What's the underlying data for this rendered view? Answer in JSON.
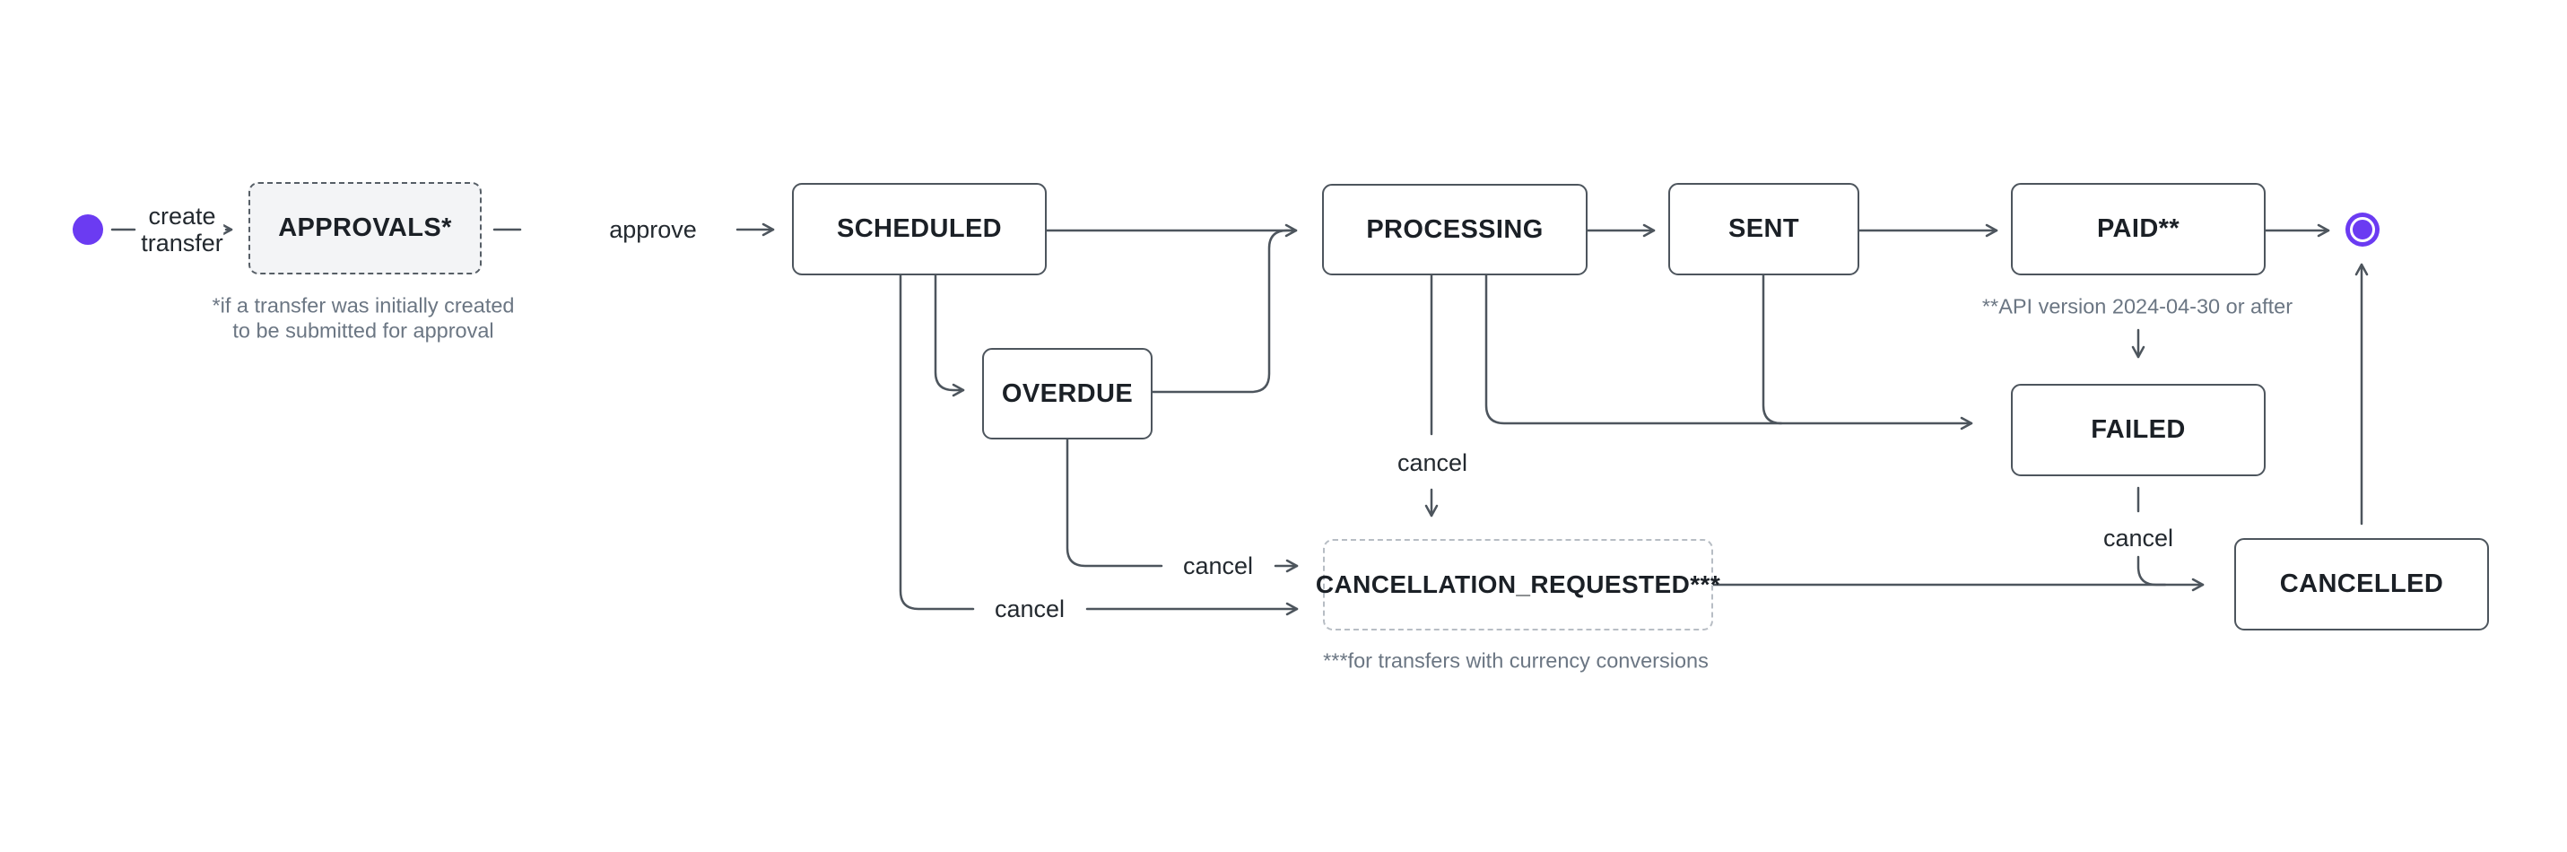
{
  "colors": {
    "accent_purple": "#6b3bf2",
    "line": "#4d555d",
    "node_border": "#4d555d",
    "node_text": "#1b2026",
    "muted_text": "#6b7683",
    "approvals_fill": "#f3f4f6",
    "dashed_border_light": "#b7bdc4"
  },
  "icons": {
    "start_state": "filled-circle",
    "end_state": "ringed-circle"
  },
  "labels": {
    "create_line1": "create",
    "create_line2": "transfer",
    "approve": "approve",
    "cancel": "cancel"
  },
  "nodes": {
    "approvals": {
      "label": "APPROVALS*"
    },
    "scheduled": {
      "label": "SCHEDULED"
    },
    "overdue": {
      "label": "OVERDUE"
    },
    "processing": {
      "label": "PROCESSING"
    },
    "sent": {
      "label": "SENT"
    },
    "paid": {
      "label": "PAID**"
    },
    "failed": {
      "label": "FAILED"
    },
    "cancellation_requested": {
      "label": "CANCELLATION_REQUESTED***"
    },
    "cancelled": {
      "label": "CANCELLED"
    }
  },
  "footnotes": {
    "approvals_line1": "*if a transfer was initially created",
    "approvals_line2": "to be submitted for approval",
    "paid": "**API version 2024-04-30 or after",
    "cancellation_requested": "***for transfers with currency conversions"
  }
}
